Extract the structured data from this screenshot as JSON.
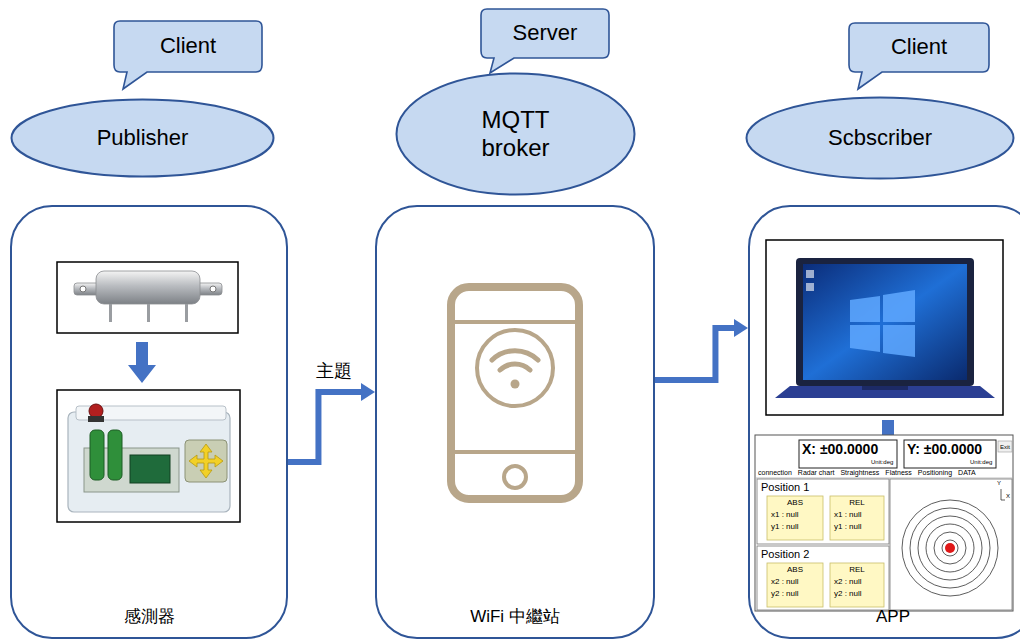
{
  "diagram": {
    "nodes": [
      {
        "text": [
          "Client"
        ]
      },
      {
        "text": [
          "Server"
        ]
      },
      {
        "text": [
          "Client"
        ]
      },
      {
        "text": [
          "Publisher"
        ]
      },
      {
        "text": [
          "MQTT broker"
        ]
      },
      {
        "text": [
          "Scbscriber"
        ]
      },
      {
        "text": [
          "感測器"
        ]
      },
      {
        "text": [
          "WiFi 中繼站"
        ]
      },
      {
        "text": [
          "APP"
        ]
      }
    ],
    "edges": [
      {
        "from": 6,
        "to": 7,
        "arrow": "to",
        "label": "主題"
      },
      {
        "from": 7,
        "to": 8,
        "arrow": "to"
      }
    ],
    "labels": [
      "X: ±00.0000",
      "Unit:deg",
      "Y: ±00.0000",
      "Unit:deg",
      "Exit",
      "connection",
      "Radar chart",
      "Straightness",
      "Flatness",
      "Positioning",
      "DATA",
      "Position 1",
      "ABS",
      "x1 : null",
      "y1 : null",
      "REL",
      "x1 : null",
      "y1 : null",
      "Position 2",
      "ABS",
      "x2 : null",
      "y2 : null",
      "REL",
      "x2 : null",
      "y2 : null",
      "Y",
      "X"
    ]
  }
}
